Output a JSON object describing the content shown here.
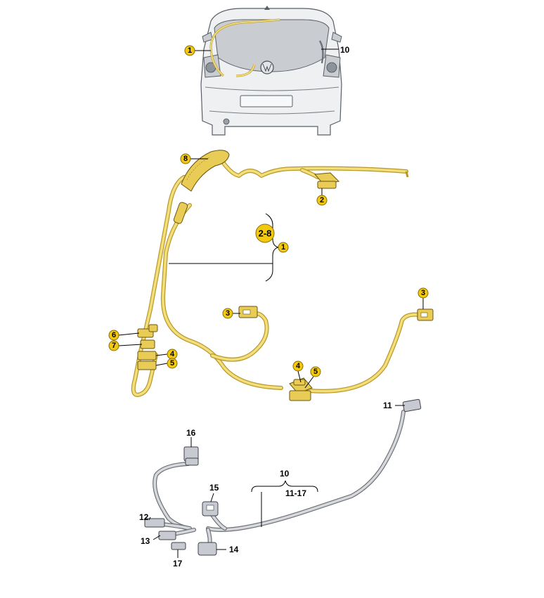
{
  "callouts": {
    "c1_top": "1",
    "c10_top": "10",
    "c8": "8",
    "c2": "2",
    "c28": "2-8",
    "c1_mid": "1",
    "c3_left": "3",
    "c3_right": "3",
    "c6": "6",
    "c7": "7",
    "c4_left": "4",
    "c5_left": "5",
    "c4_mid": "4",
    "c5_mid": "5"
  },
  "labels": {
    "l11": "11",
    "l16": "16",
    "l10": "10",
    "l1117": "11-17",
    "l15": "15",
    "l12": "12",
    "l13": "13",
    "l14": "14",
    "l17": "17"
  },
  "colors": {
    "callout_fill": "#f2c811",
    "yellow_harness": "#f3df7a",
    "grey_harness": "#d6d8dc"
  }
}
